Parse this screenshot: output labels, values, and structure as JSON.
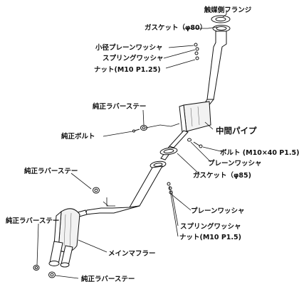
{
  "diagram": {
    "labels": {
      "flange": "触媒側フランジ",
      "gasket80": "ガスケット（φ80）",
      "small_washer": "小径プレーンワッシャ",
      "spring_washer_top": "スプリングワッシャ",
      "nut_top": "ナット(M10 P1.25)",
      "rubber_stay_top": "純正ラバーステー",
      "bolt_genuine": "純正ボルト",
      "mid_pipe": "中間パイプ",
      "bolt_m10": "ボルト (M10×40 P1.5)",
      "plain_washer_mid": "プレーンワッシャ",
      "gasket85": "ガスケット（φ85)",
      "rubber_stay_left": "純正ラバーステー",
      "plain_washer_low": "プレーンワッシャ",
      "spring_washer_low": "スプリングワッシャ",
      "nut_low": "ナット(M10 P1.5)",
      "rubber_stay_bottom_left": "純正ラバーステー",
      "main_muffler": "メインマフラー",
      "rubber_stay_bottom": "純正ラバーステー"
    }
  }
}
